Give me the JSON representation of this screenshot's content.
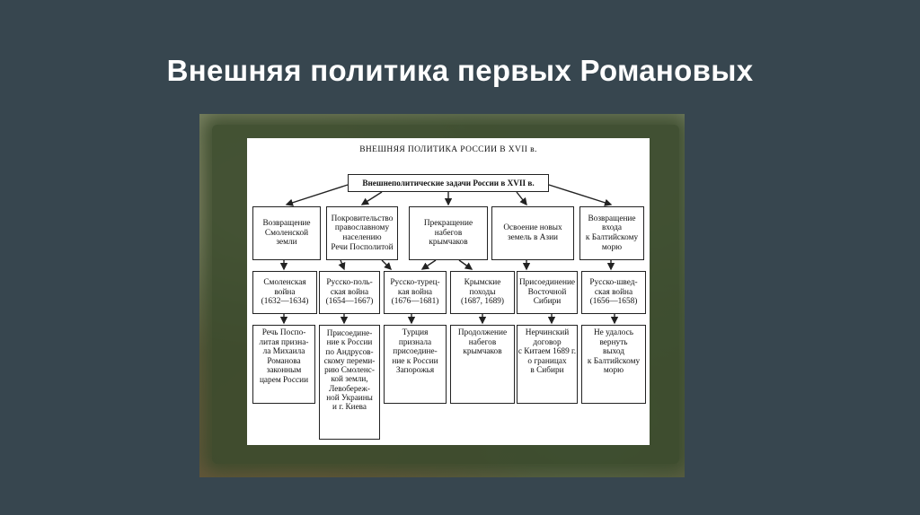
{
  "slide": {
    "title": "Внешняя политика первых Романовых"
  },
  "diagram": {
    "title": "ВНЕШНЯЯ ПОЛИТИКА РОССИИ В XVII в.",
    "root": "Внешнеполитические задачи России в XVII в.",
    "tasks": [
      "Возвращение\nСмоленской\nземли",
      "Покровительство\nправославному\nнаселению\nРечи Посполитой",
      "Прекращение\nнабегов\nкрымчаков",
      "Освоение новых\nземель в Азии",
      "Возвращение\nвхода\nк Балтийскому\nморю"
    ],
    "events": [
      "Смоленская\nвойна\n(1632—1634)",
      "Русско-поль-\nская война\n(1654—1667)",
      "Русско-турец-\nкая война\n(1676—1681)",
      "Крымские\nпоходы\n(1687, 1689)",
      "Присоединение\nВосточной\nСибири",
      "Русско-швед-\nская война\n(1656—1658)"
    ],
    "results": [
      "Речь Поспо-\nлитая призна-\nла Михаила\nРоманова\nзаконным\nцарем России",
      "Присоедине-\nние к России\nпо Андрусов-\nскому переми-\nрию Смоленс-\nкой земли,\nЛевобереж-\nной Украины\nи г. Киева",
      "Турция\nпризнала\nприсоедине-\nние к России\nЗапорожья",
      "Продолжение\nнабегов\nкрымчаков",
      "Нерчинский\nдоговор\nс Китаем 1689 г.\nо границах\nв Сибири",
      "Не удалось\nвернуть\nвыход\nк Балтийскому\nморю"
    ]
  }
}
